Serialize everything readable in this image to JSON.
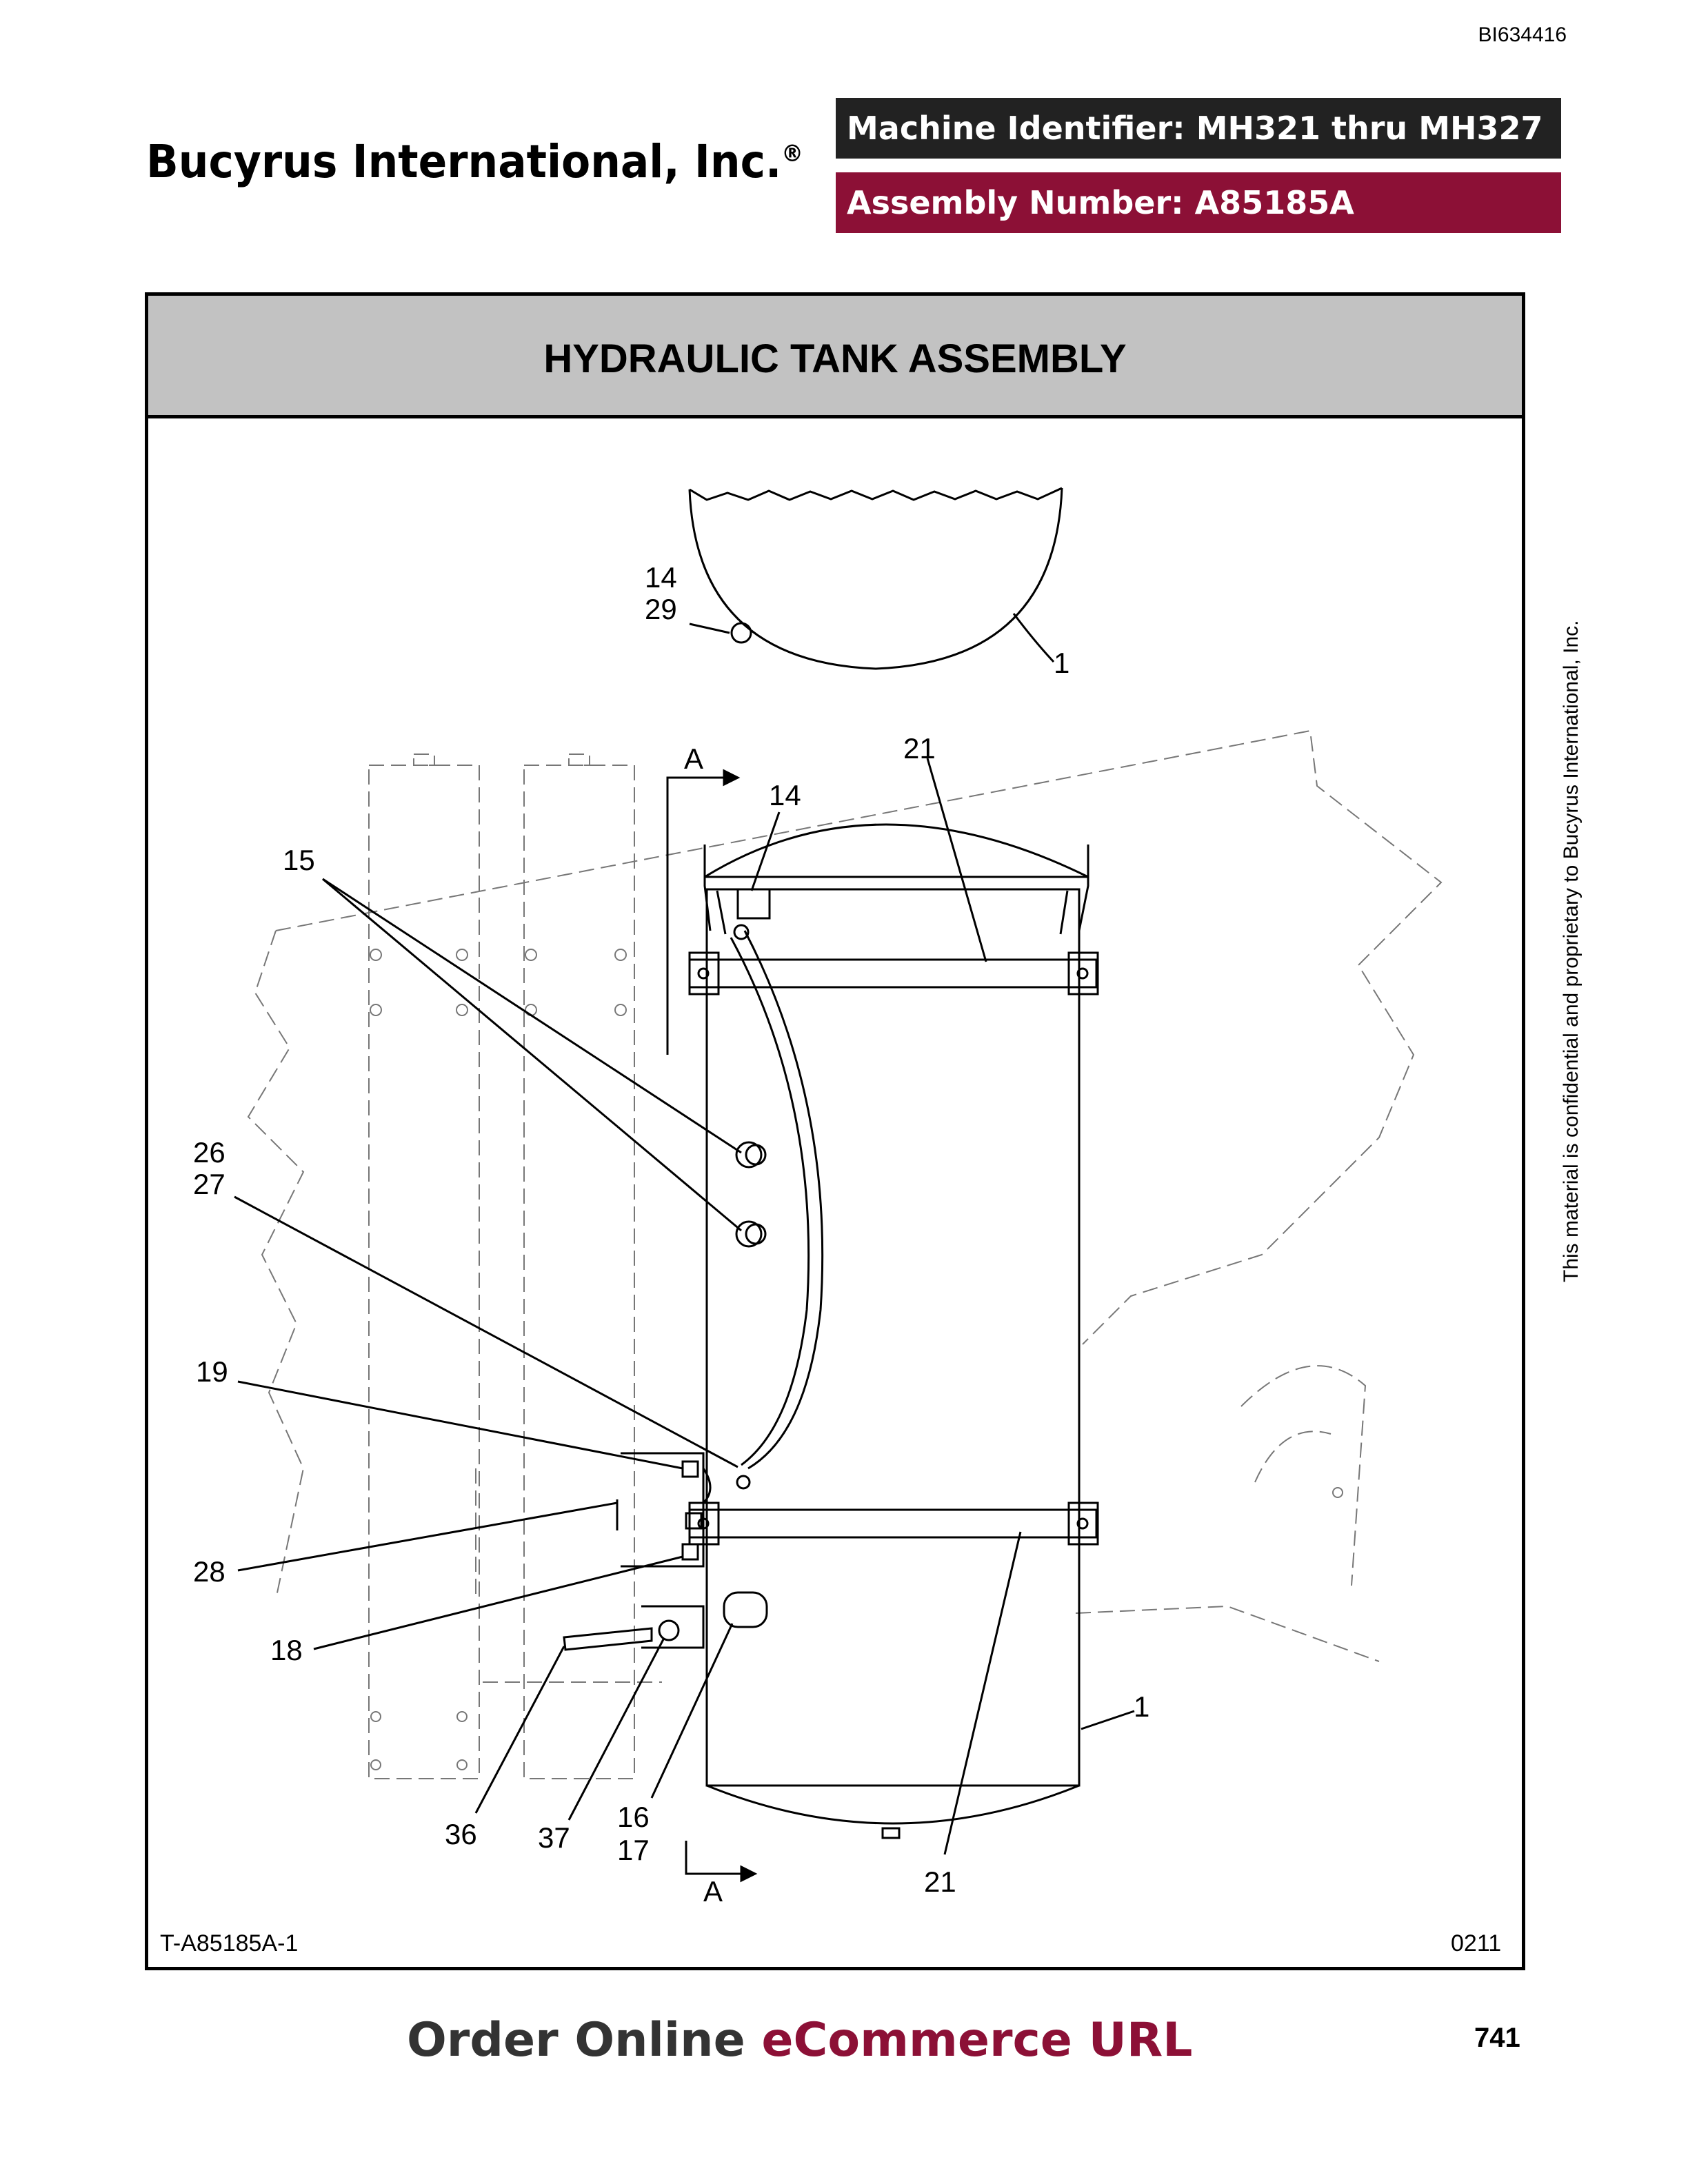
{
  "header": {
    "doc_id": "BI634416",
    "company": "Bucyrus International, Inc.",
    "company_mark": "®",
    "machine_identifier": "Machine Identifier: MH321 thru MH327",
    "assembly_number": "Assembly Number: A85185A"
  },
  "title": "HYDRAULIC TANK ASSEMBLY",
  "side_note": "This material is confidential and proprietary to Bucyrus International, Inc.",
  "diagram": {
    "figure_code": "T-A85185A-1",
    "revision": "0211",
    "callouts": {
      "c14a": "14",
      "c29": "29",
      "c1a": "1",
      "c21a": "21",
      "cA1": "A",
      "c14b": "14",
      "c15": "15",
      "c26": "26",
      "c27": "27",
      "c19": "19",
      "c28": "28",
      "c18": "18",
      "c1b": "1",
      "c36": "36",
      "c37": "37",
      "c16": "16",
      "c17": "17",
      "cA2": "A",
      "c21b": "21"
    }
  },
  "footer": {
    "order_online": "Order Online ",
    "ecommerce": "eCommerce URL",
    "page_number": "741"
  },
  "colors": {
    "accent": "#8c1036",
    "dark_bar": "#222222",
    "title_band": "#c2c2c2"
  }
}
